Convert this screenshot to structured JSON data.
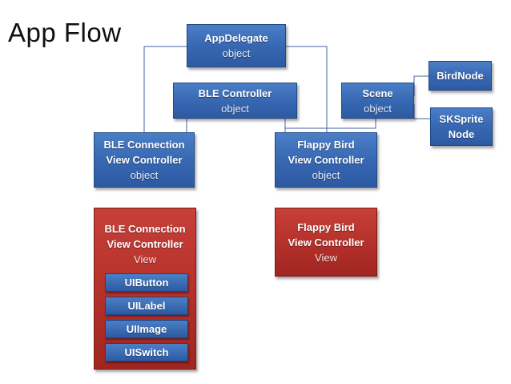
{
  "title": "App Flow",
  "colors": {
    "object_box": "#3868b3",
    "view_box": "#b4302a",
    "connector": "#3f66a8"
  },
  "nodes": {
    "appdelegate": {
      "name": "AppDelegate",
      "kind": "object"
    },
    "ble_controller": {
      "name": "BLE Controller",
      "kind": "object"
    },
    "scene": {
      "name": "Scene",
      "kind": "object"
    },
    "birdnode": {
      "name": "BirdNode"
    },
    "sksprite": {
      "line1": "SKSprite",
      "line2": "Node"
    },
    "ble_conn_vc": {
      "line1": "BLE Connection",
      "line2": "View Controller",
      "kind": "object"
    },
    "flappy_vc": {
      "line1": "Flappy Bird",
      "line2": "View Controller",
      "kind": "object"
    },
    "ble_conn_view": {
      "line1": "BLE Connection",
      "line2": "View Controller",
      "kind": "View",
      "children": [
        "UIButton",
        "UILabel",
        "UIImage",
        "UISwitch"
      ]
    },
    "flappy_view": {
      "line1": "Flappy Bird",
      "line2": "View Controller",
      "kind": "View"
    }
  }
}
